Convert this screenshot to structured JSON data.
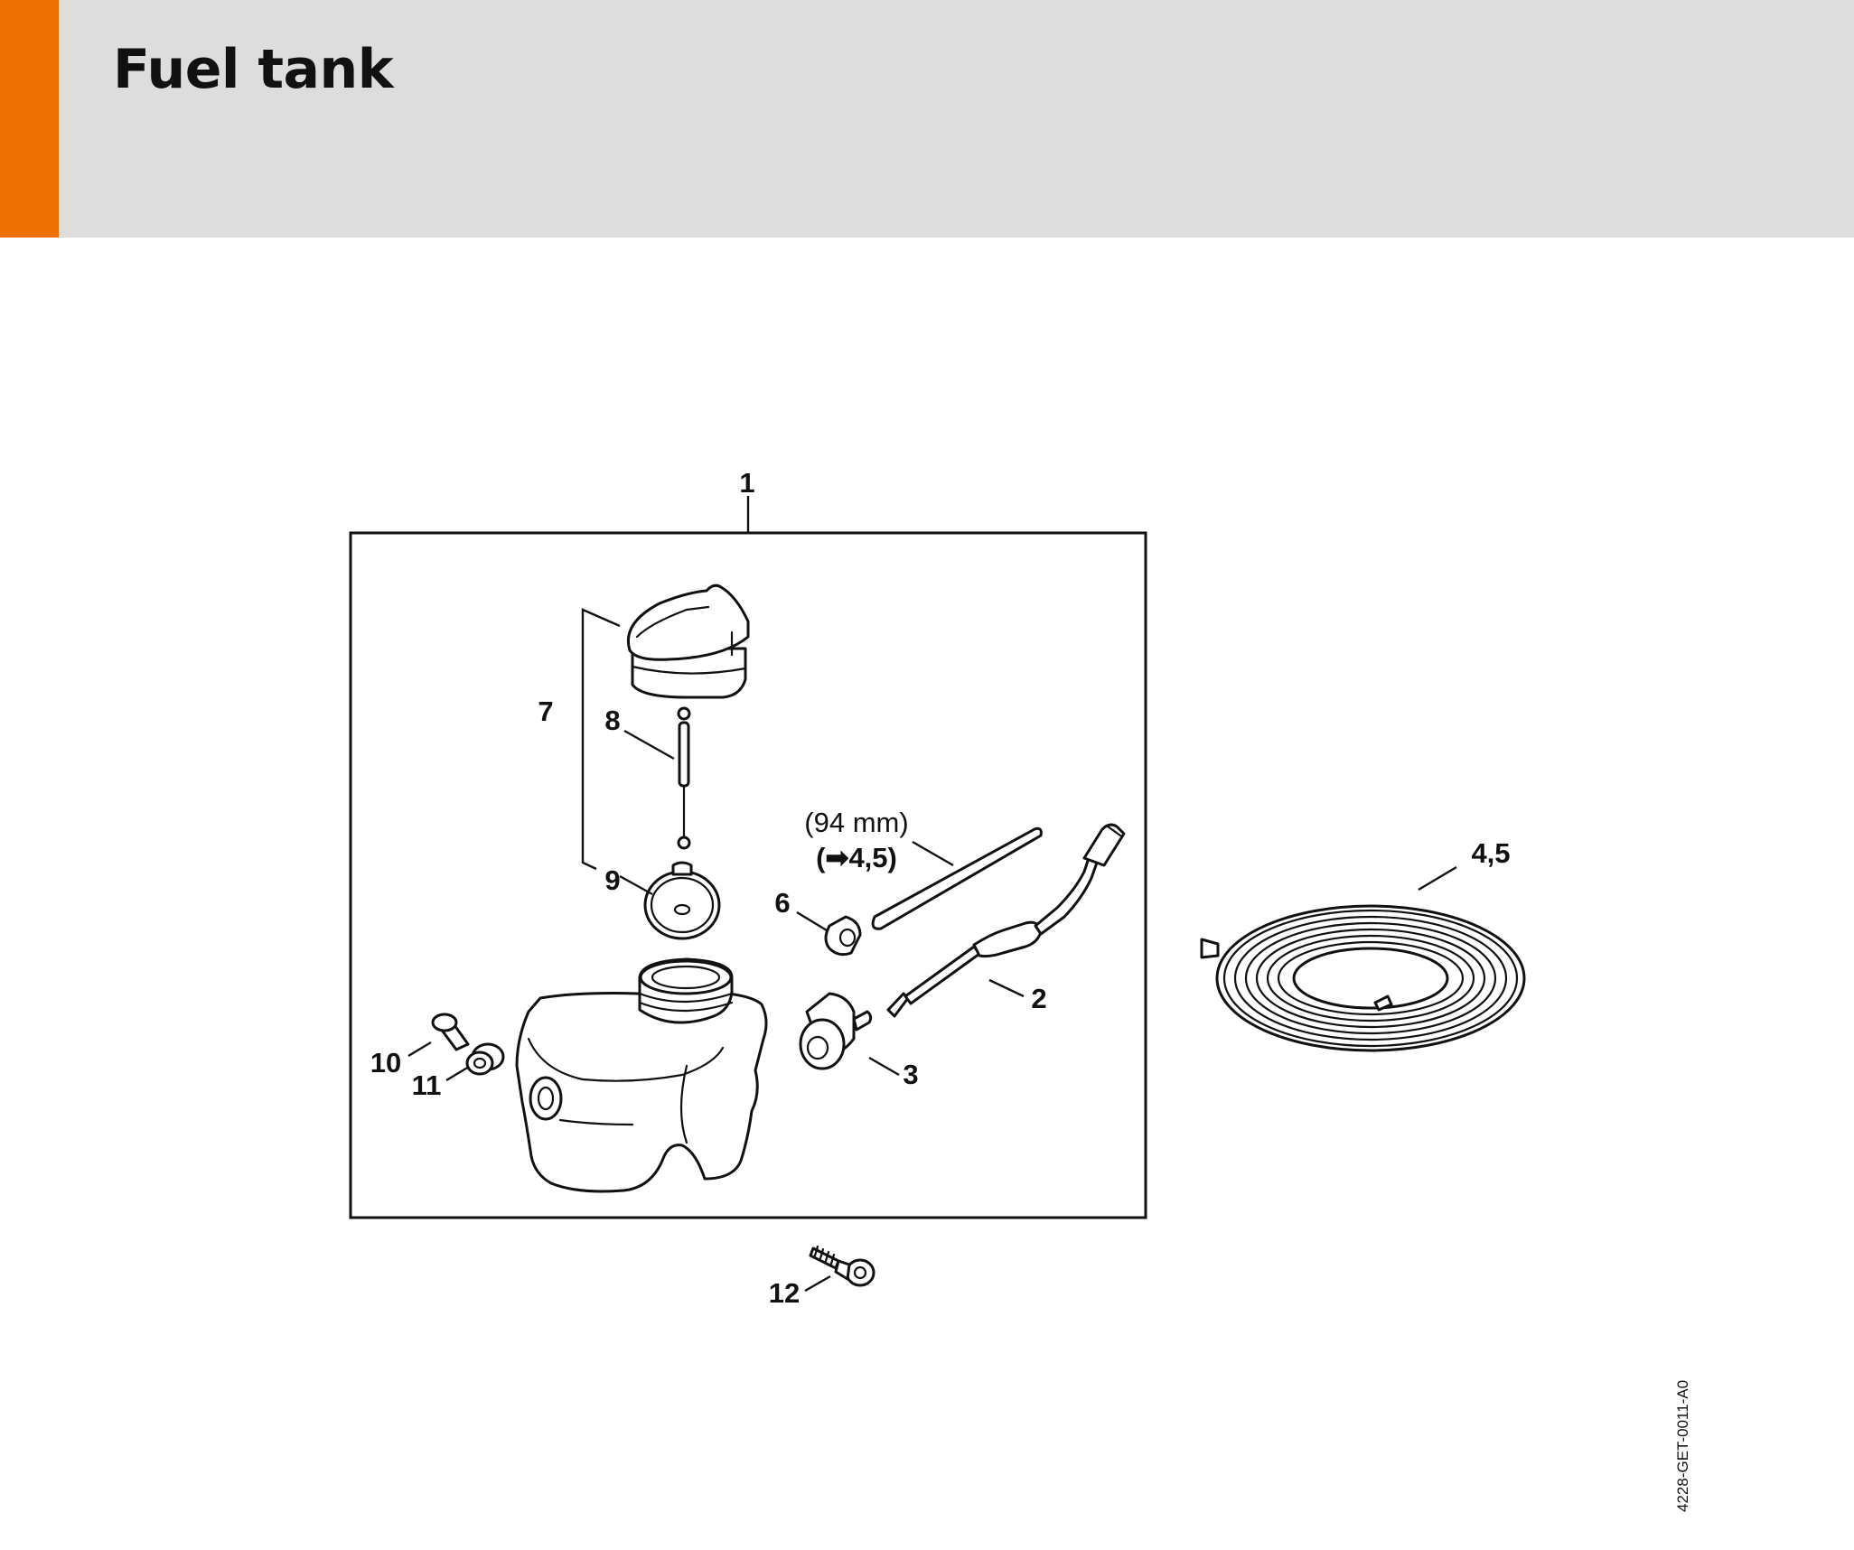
{
  "header": {
    "title": "Fuel tank",
    "accent_color": "#ee7203",
    "background_color": "#dcdddc"
  },
  "diagram": {
    "callouts": {
      "c1": "1",
      "c2": "2",
      "c3": "3",
      "c45": "4,5",
      "c6": "6",
      "c7": "7",
      "c8": "8",
      "c9": "9",
      "c10": "10",
      "c11": "11",
      "c12": "12"
    },
    "hose_note": {
      "length": "(94 mm)",
      "ref_open": "(",
      "ref_arrow": "➡",
      "ref_value": "4,5",
      "ref_close": ")"
    }
  },
  "document_id": "4228-GET-0011-A0"
}
